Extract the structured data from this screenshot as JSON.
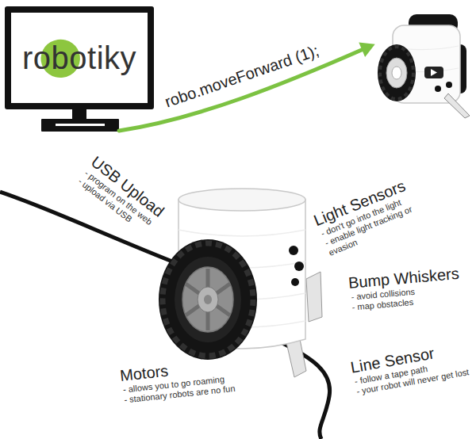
{
  "diagram": {
    "nodes": [
      {
        "text": [
          "robotiky"
        ]
      }
    ],
    "labels": [
      "robo.moveForward (1);",
      "USB Upload",
      "- program on the web",
      "- upload via USB",
      "Light Sensors",
      "- don't go into the light",
      "- enable light tracking or evasion",
      "Bump Whiskers",
      "- avoid collisions",
      "- map obstacles",
      "Line Sensor",
      "- follow a tape path",
      "- your robot will never get lost",
      "Motors",
      "- allows you to go roaming",
      "- stationary robots are no fun"
    ]
  }
}
